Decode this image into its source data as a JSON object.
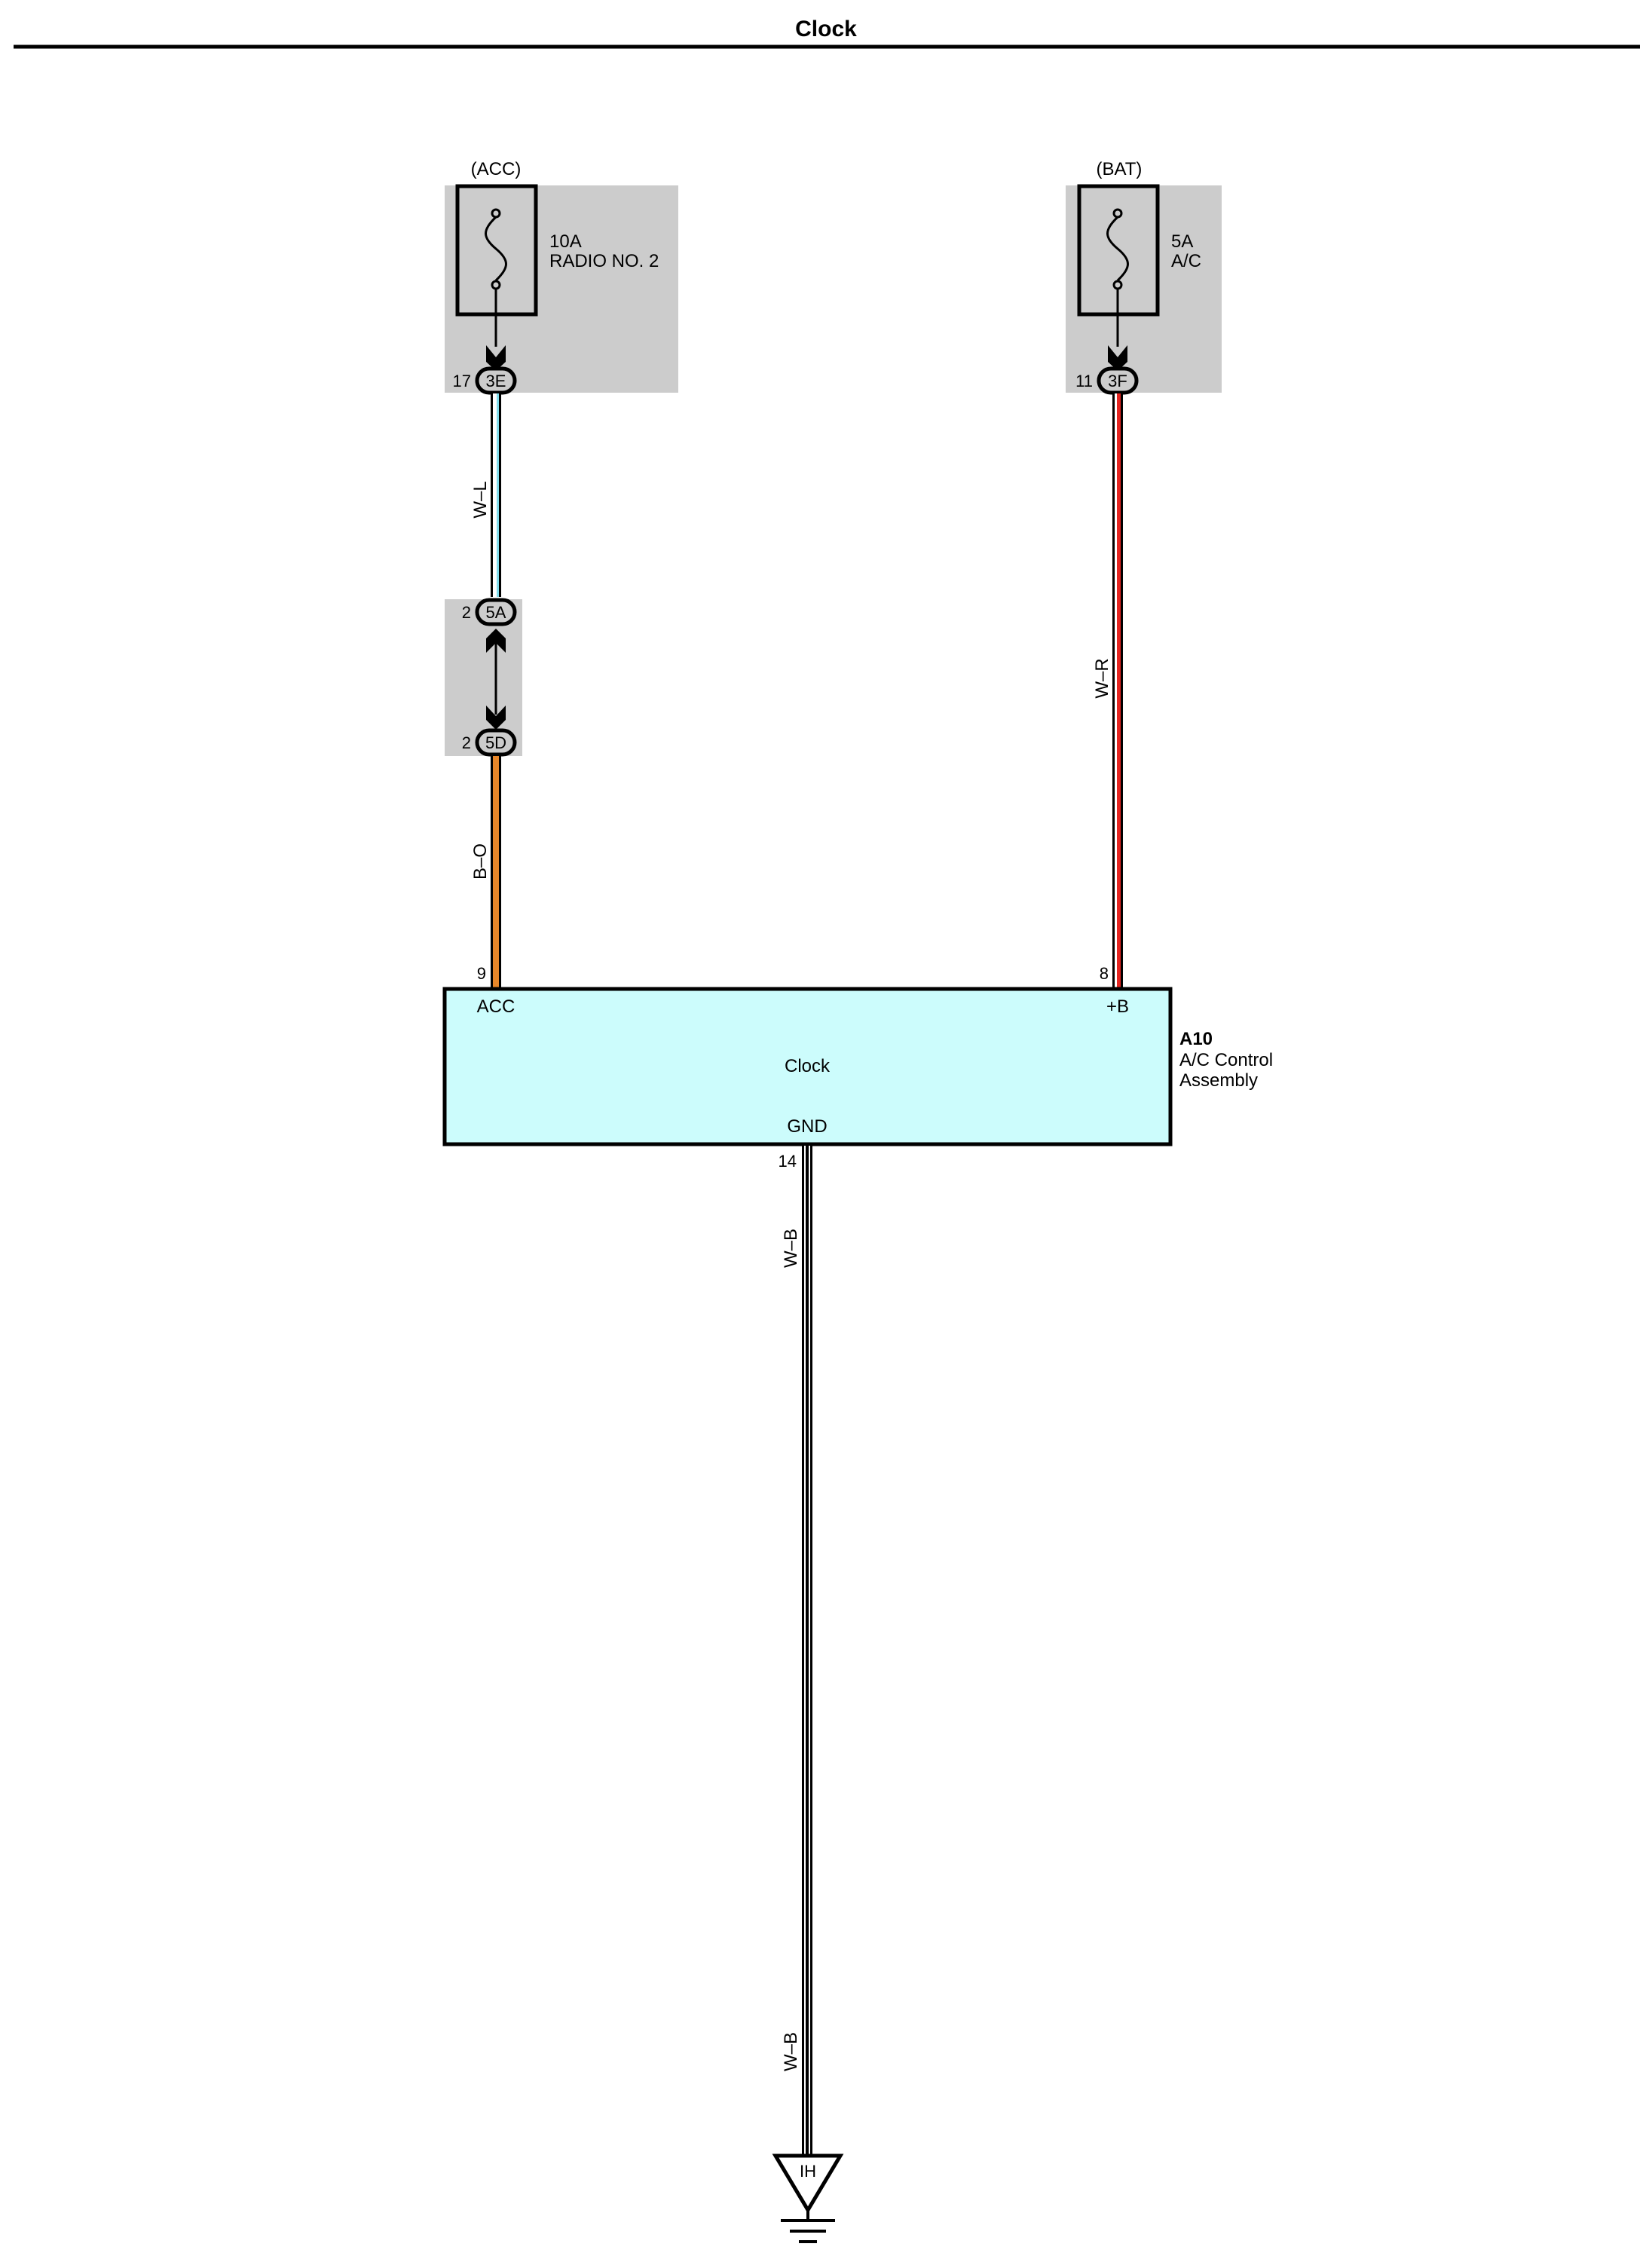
{
  "title": "Clock",
  "fuses": [
    {
      "supply": "(ACC)",
      "rating": "10A",
      "name": "RADIO NO. 2",
      "pin": "17",
      "connector": "3E"
    },
    {
      "supply": "(BAT)",
      "rating": "5A",
      "name": "A/C",
      "pin": "11",
      "connector": "3F"
    }
  ],
  "junction": [
    {
      "pin": "2",
      "connector": "5A"
    },
    {
      "pin": "2",
      "connector": "5D"
    }
  ],
  "wires": {
    "acc_upper": "W–L",
    "acc_lower": "B–O",
    "bat": "W–R",
    "gnd_upper": "W–B",
    "gnd_lower": "W–B"
  },
  "component": {
    "code": "A10",
    "name_line1": "A/C Control",
    "name_line2": "Assembly",
    "inner_label": "Clock",
    "acc_terminal": "ACC",
    "acc_pin": "9",
    "b_terminal": "+B",
    "b_pin": "8",
    "gnd_terminal": "GND",
    "gnd_pin": "14"
  },
  "ground": {
    "label": "IH"
  },
  "colors": {
    "wire_light_blue": "#7fdcec",
    "wire_red": "#e52521",
    "wire_orange": "#e8872a",
    "component_fill": "#ccfcfc",
    "fuse_block_fill": "#cccccc"
  }
}
